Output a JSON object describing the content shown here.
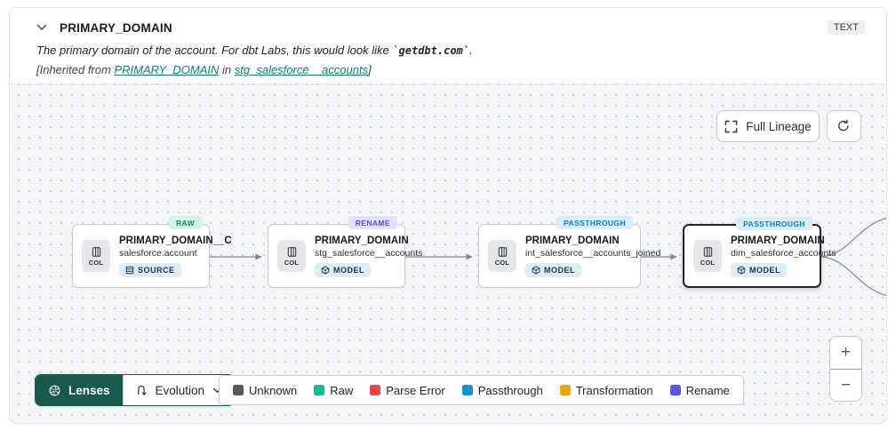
{
  "header": {
    "title": "PRIMARY_DOMAIN",
    "type_badge": "TEXT",
    "description_prefix": "The primary domain of the account. For dbt Labs, this would look like ",
    "description_code": "`getdbt.com`",
    "description_suffix": ".",
    "inherited_prefix": "[Inherited from ",
    "inherited_column_link": "PRIMARY_DOMAIN",
    "inherited_mid": " in ",
    "inherited_model_link": "stg_salesforce__accounts",
    "inherited_suffix": "]"
  },
  "canvas": {
    "full_lineage_button": "Full Lineage",
    "nodes": [
      {
        "tag": "RAW",
        "title": "PRIMARY_DOMAIN__C",
        "subtitle": "salesforce.account",
        "badge": "SOURCE",
        "col_label": "COL",
        "selected": false
      },
      {
        "tag": "RENAME",
        "title": "PRIMARY_DOMAIN",
        "subtitle": "stg_salesforce__accounts",
        "badge": "MODEL",
        "col_label": "COL",
        "selected": false
      },
      {
        "tag": "PASSTHROUGH",
        "title": "PRIMARY_DOMAIN",
        "subtitle": "int_salesforce__accounts_joined",
        "badge": "MODEL",
        "col_label": "COL",
        "selected": false
      },
      {
        "tag": "PASSTHROUGH",
        "title": "PRIMARY_DOMAIN",
        "subtitle": "dim_salesforce_accounts",
        "badge": "MODEL",
        "col_label": "COL",
        "selected": true
      }
    ],
    "lenses_button": "Lenses",
    "lens_selected": "Evolution",
    "legend": [
      {
        "label": "Unknown",
        "color": "#55585e"
      },
      {
        "label": "Raw",
        "color": "#18b79b"
      },
      {
        "label": "Parse Error",
        "color": "#e0474e"
      },
      {
        "label": "Passthrough",
        "color": "#1295cd"
      },
      {
        "label": "Transformation",
        "color": "#eda211"
      },
      {
        "label": "Rename",
        "color": "#5956dd"
      }
    ],
    "zoom_in": "+",
    "zoom_out": "−"
  }
}
